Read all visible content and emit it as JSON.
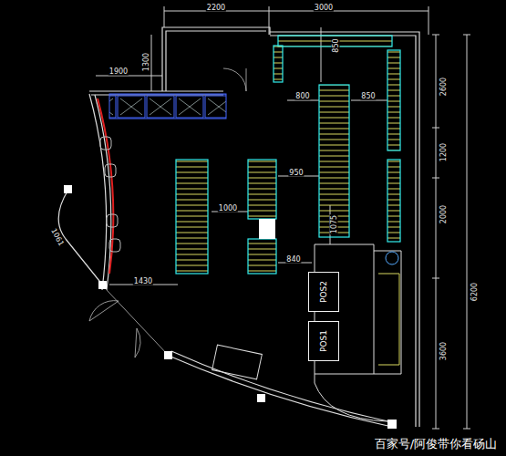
{
  "diagram": {
    "nodes": [
      {
        "text": [
          "POS2"
        ]
      },
      {
        "text": [
          "POS1"
        ]
      }
    ],
    "labels": [
      "2200",
      "3000",
      "1900",
      "1300",
      "850",
      "800",
      "850",
      "2600",
      "1200",
      "950",
      "1000",
      "2000",
      "1075",
      "840",
      "6200",
      "1430",
      "1061",
      "3600",
      "百家号/阿俊带你看砀山"
    ]
  }
}
